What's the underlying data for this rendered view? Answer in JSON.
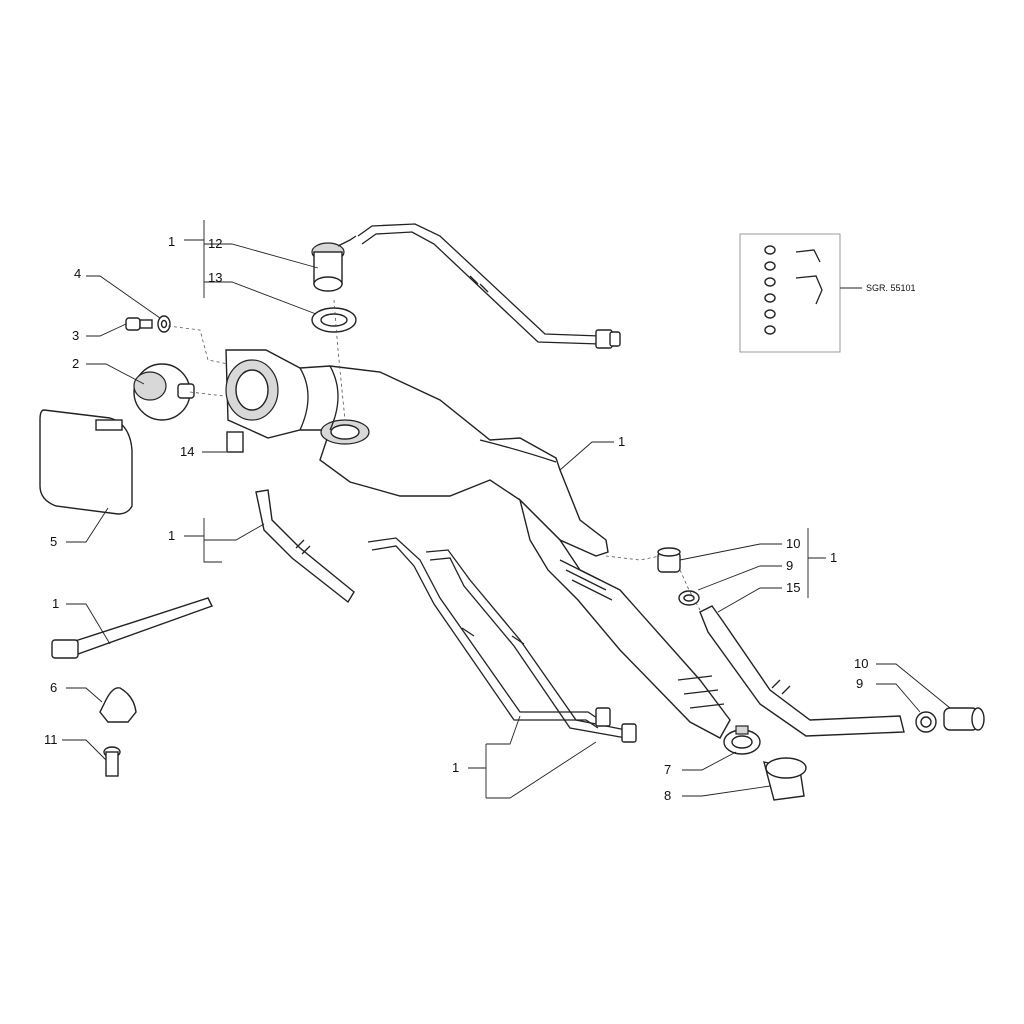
{
  "callouts": {
    "c1a": "1",
    "c12": "12",
    "c13": "13",
    "c4": "4",
    "c3": "3",
    "c2": "2",
    "c14": "14",
    "c5": "5",
    "c1b": "1",
    "c1c": "1",
    "c6": "6",
    "c11": "11",
    "c1d": "1",
    "c10a": "10",
    "c9a": "9",
    "c15": "15",
    "c1e": "1",
    "c10b": "10",
    "c9b": "9",
    "c7": "7",
    "c8": "8",
    "c1f": "1"
  },
  "reference_box": {
    "code": "SGR. 55101"
  }
}
